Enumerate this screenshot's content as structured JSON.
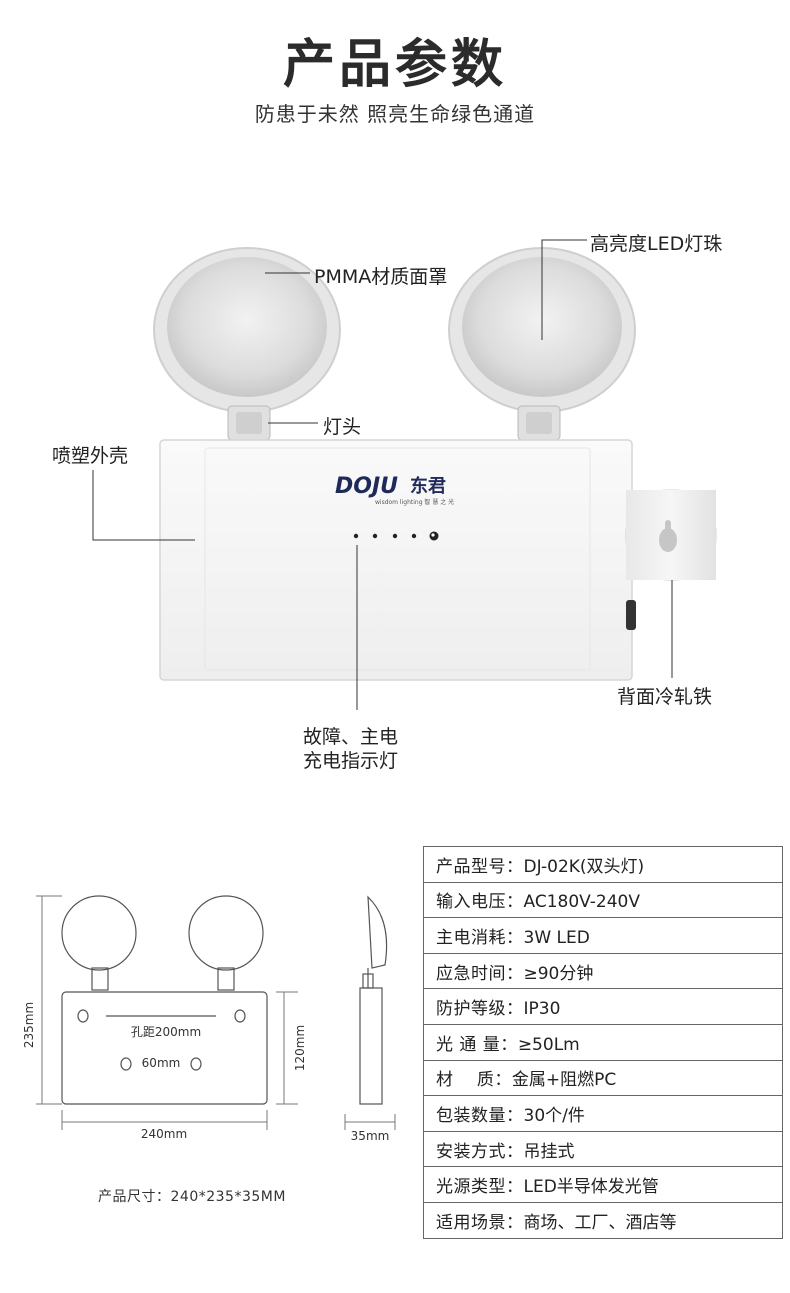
{
  "header": {
    "title": "产品参数",
    "subtitle": "防患于未然 照亮生命绿色通道"
  },
  "product_image": {
    "brand_logo": "DOJU",
    "brand_cn": "东君",
    "brand_tagline": "wisdom lighting 智 慧 之 光",
    "callouts": {
      "lens": "PMMA材质面罩",
      "led": "高亮度LED灯珠",
      "lamp_head": "灯头",
      "shell": "喷塑外壳",
      "indicator_line1": "故障、主电",
      "indicator_line2": "充电指示灯",
      "back_plate": "背面冷轧铁"
    }
  },
  "dimension_drawing": {
    "height_label": "235mm",
    "body_height_label": "120mm",
    "width_label": "240mm",
    "depth_label": "35mm",
    "hole_distance_label": "孔距200mm",
    "hole_small_label": "60mm",
    "size_note": "产品尺寸：240*235*35MM"
  },
  "specs": [
    {
      "label": "产品型号：",
      "value": "DJ-02K(双头灯)"
    },
    {
      "label": "输入电压：",
      "value": "AC180V-240V"
    },
    {
      "label": "主电消耗：",
      "value": "3W LED"
    },
    {
      "label": "应急时间：",
      "value": "≥90分钟"
    },
    {
      "label": "防护等级：",
      "value": "IP30"
    },
    {
      "label": "光 通 量：",
      "value": "≥50Lm"
    },
    {
      "label": "材　 质：",
      "value": "金属+阻燃PC"
    },
    {
      "label": "包装数量：",
      "value": "30个/件"
    },
    {
      "label": "安装方式：",
      "value": "吊挂式"
    },
    {
      "label": "光源类型：",
      "value": "LED半导体发光管"
    },
    {
      "label": "适用场景：",
      "value": "商场、工厂、酒店等"
    }
  ]
}
